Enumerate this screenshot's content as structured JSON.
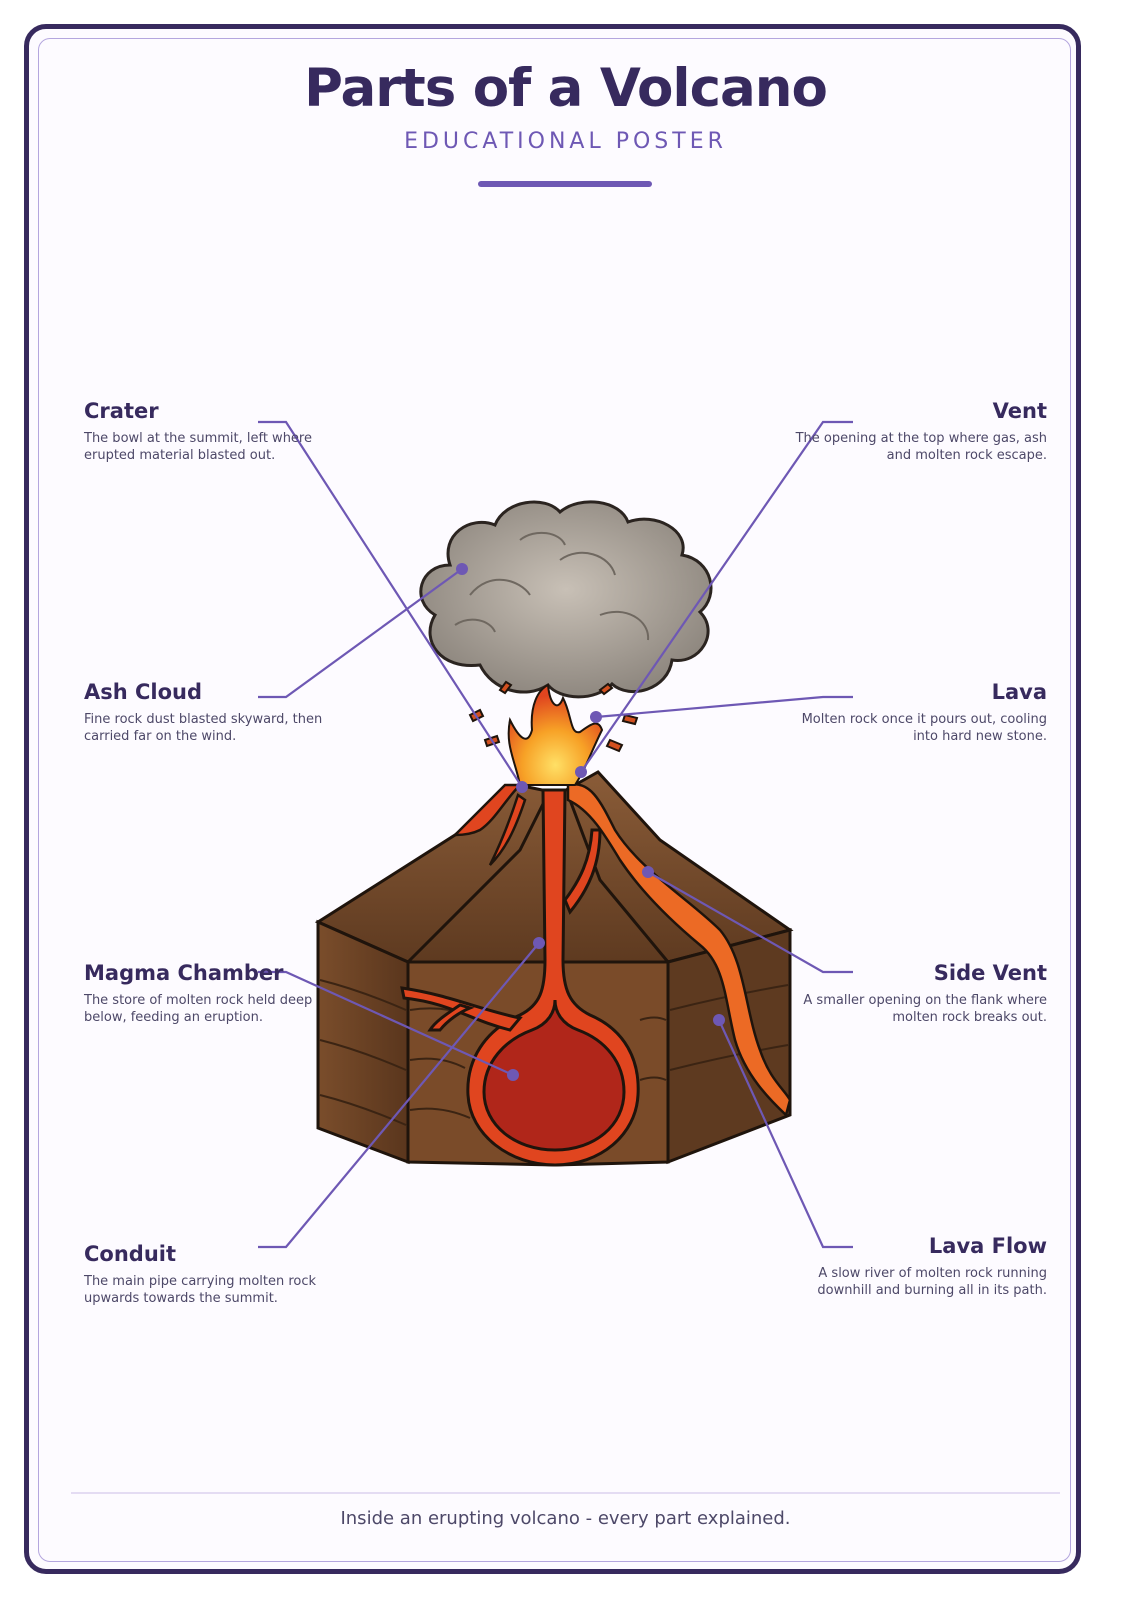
{
  "poster": {
    "title": "Parts of a Volcano",
    "subtitle": "EDUCATIONAL POSTER",
    "footer": "Inside an erupting volcano - every part explained."
  },
  "labels": {
    "crater": {
      "title": "Crater",
      "desc": "The bowl at the summit, left where erupted material blasted out."
    },
    "vent": {
      "title": "Vent",
      "desc": "The opening at the top where gas, ash and molten rock escape."
    },
    "ash_cloud": {
      "title": "Ash Cloud",
      "desc": "Fine rock dust blasted skyward, then carried far on the wind."
    },
    "lava": {
      "title": "Lava",
      "desc": "Molten rock once it pours out, cooling into hard new stone."
    },
    "magma_chamber": {
      "title": "Magma Chamber",
      "desc": "The store of molten rock held deep below, feeding an eruption."
    },
    "side_vent": {
      "title": "Side Vent",
      "desc": "A smaller opening on the flank where molten rock breaks out."
    },
    "conduit": {
      "title": "Conduit",
      "desc": "The main pipe carrying molten rock upwards towards the summit."
    },
    "lava_flow": {
      "title": "Lava Flow",
      "desc": "A slow river of molten rock running downhill and burning all in its path."
    }
  },
  "colors": {
    "frame": "#372a5e",
    "accent": "#6e58b4",
    "leader": "#6e58b4",
    "magma": "#e0451f",
    "chamber": "#b0261a",
    "rock": "#6e4527",
    "ash": "#9a928a"
  }
}
